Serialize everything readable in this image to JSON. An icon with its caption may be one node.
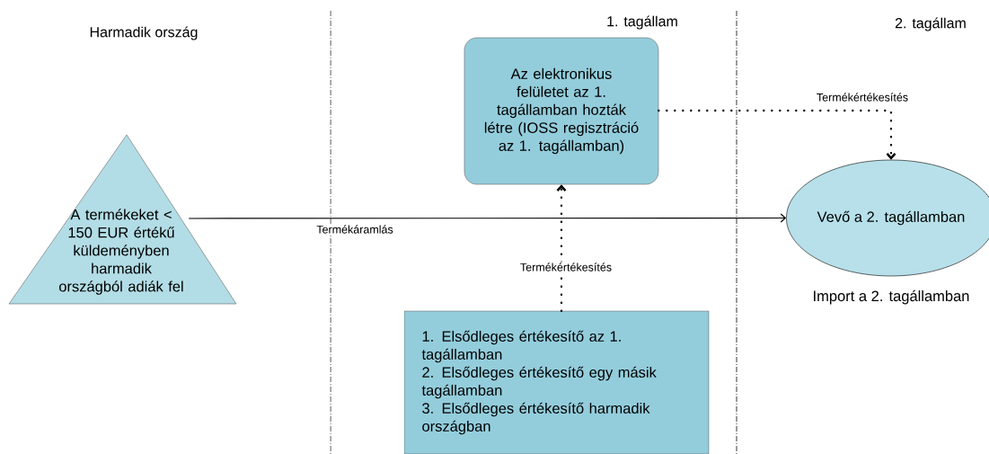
{
  "diagram": {
    "nodes": [
      {
        "text": [
          "A termékeket < 150 EUR értékű küldeményben harmadik országból adiák fel"
        ]
      },
      {
        "text": [
          "Az elektronikus felületet az 1. tagállamban hozták létre (IOSS regisztráció az 1. tagállamban)"
        ]
      },
      {
        "text": [
          "Vevő a 2. tagállamban"
        ],
        "beside": [
          "Import a 2. tagállamban"
        ]
      },
      {
        "text": [
          "1. Elsődleges értékesítő az 1. tagállamban",
          "2. Elsődleges értékesítő egy másik tagállamban",
          "3. Elsődleges értékesítő harmadik országban"
        ]
      }
    ],
    "edges": [
      {
        "from": 0,
        "to": 2,
        "arrow": "to",
        "label": "Termékáramlás"
      },
      {
        "from": 3,
        "to": 1,
        "arrow": "to",
        "label": "Termékértékesítés",
        "style": "dashed"
      },
      {
        "from": 1,
        "to": 2,
        "arrow": "to",
        "label": "Termékértékesítés",
        "style": "dashed"
      }
    ],
    "labels": [
      "Harmadik ország",
      "1. tagállam",
      "2. tagállam"
    ]
  }
}
